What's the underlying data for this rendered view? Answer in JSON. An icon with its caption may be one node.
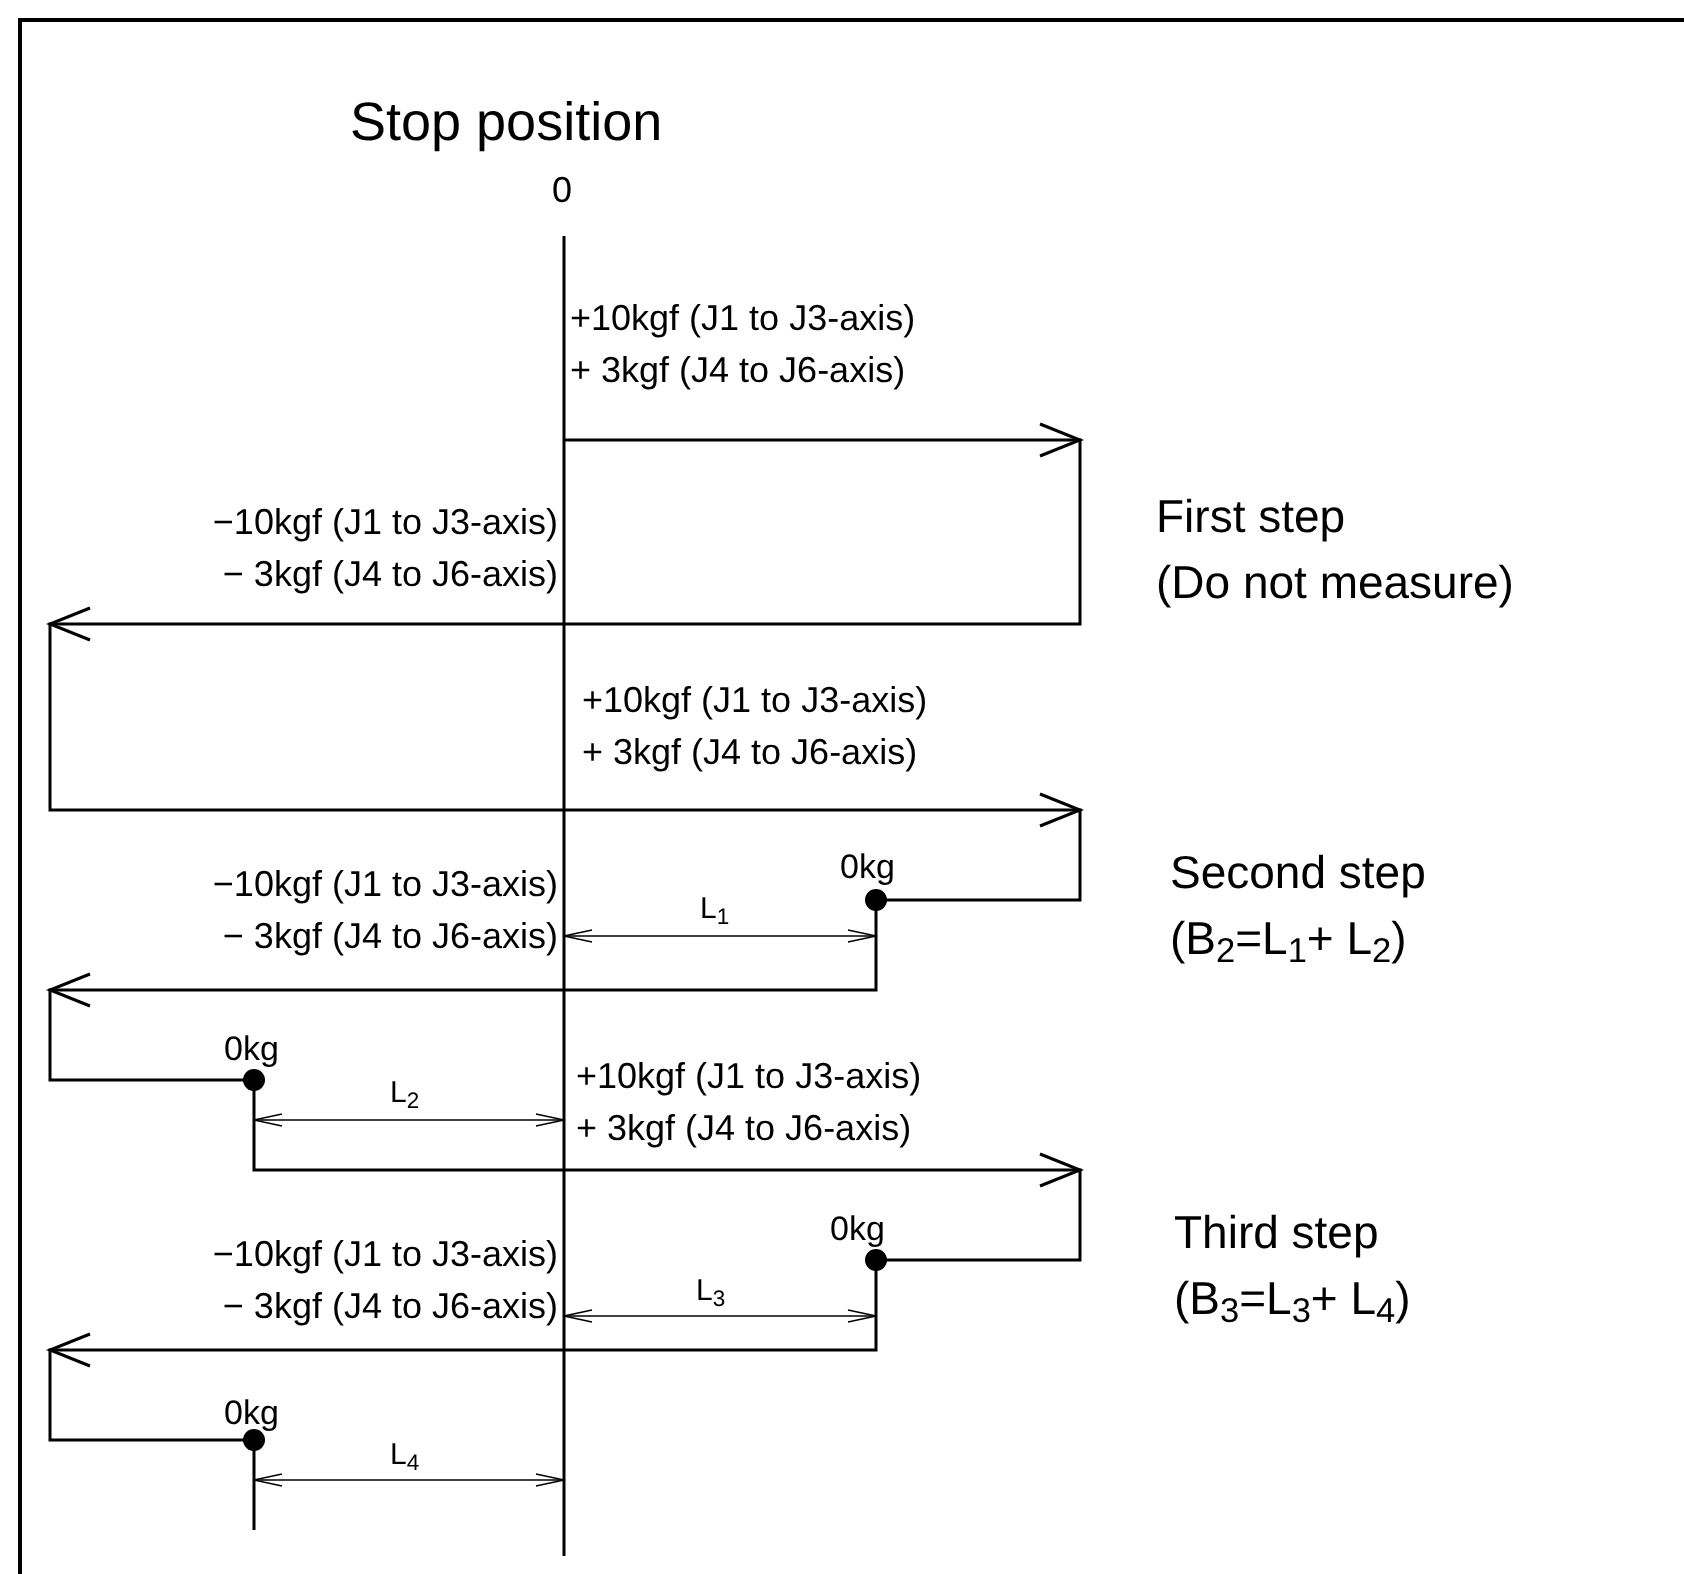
{
  "diagram": {
    "title": "Stop position",
    "labels": [
      "0",
      "+10kgf (J1 to J3-axis)",
      "+ 3kgf (J4 to J6-axis)",
      "−10kgf (J1 to J3-axis)",
      "− 3kgf (J4 to J6-axis)",
      "First step",
      "(Do not measure)",
      "+10kgf (J1 to J3-axis)",
      "+ 3kgf (J4 to J6-axis)",
      "0kg",
      "Second step",
      "−10kgf (J1 to J3-axis)",
      "L$_{1}$",
      "(B$_{2}$=L$_{1}$+ L$_{2}$)",
      "− 3kgf (J4 to J6-axis)",
      "0kg",
      "+10kgf (J1 to J3-axis)",
      "L$_{2}$",
      "+ 3kgf (J4 to J6-axis)",
      "0kg",
      "Third step",
      "(B$_{3}$=L$_{3}$+ L$_{4}$)",
      "−10kgf (J1 to J3-axis)",
      "L$_{3}$",
      "− 3kgf (J4 to J6-axis)",
      "0kg",
      "L$_{4}$"
    ]
  }
}
